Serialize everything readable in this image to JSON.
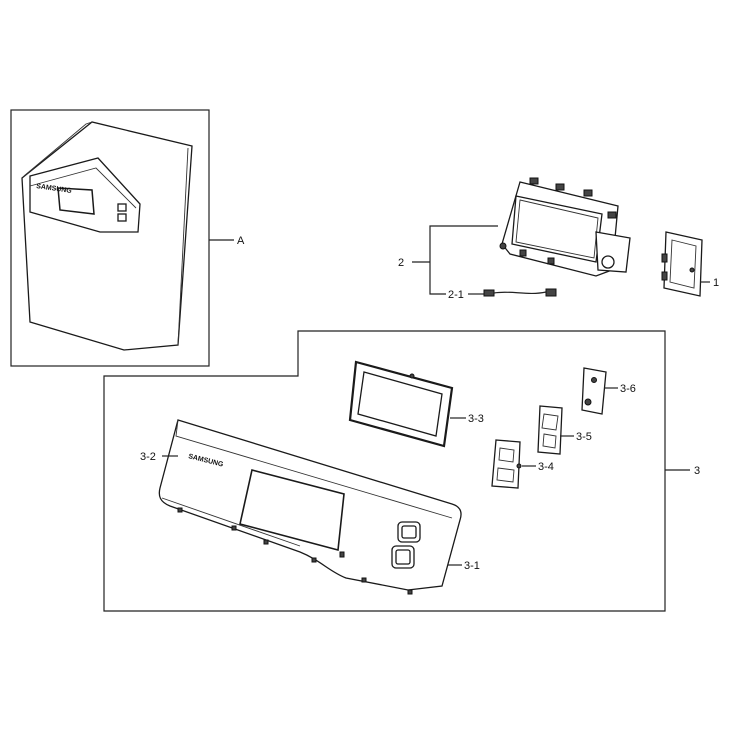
{
  "callouts": {
    "A": "A",
    "p1": "1",
    "p2": "2",
    "p2_1": "2-1",
    "p3": "3",
    "p3_1": "3-1",
    "p3_2": "3-2",
    "p3_3": "3-3",
    "p3_4": "3-4",
    "p3_5": "3-5",
    "p3_6": "3-6"
  },
  "logo_text": "SAMSUNG",
  "colors": {
    "line": "#1a1a1a",
    "background": "#ffffff"
  }
}
